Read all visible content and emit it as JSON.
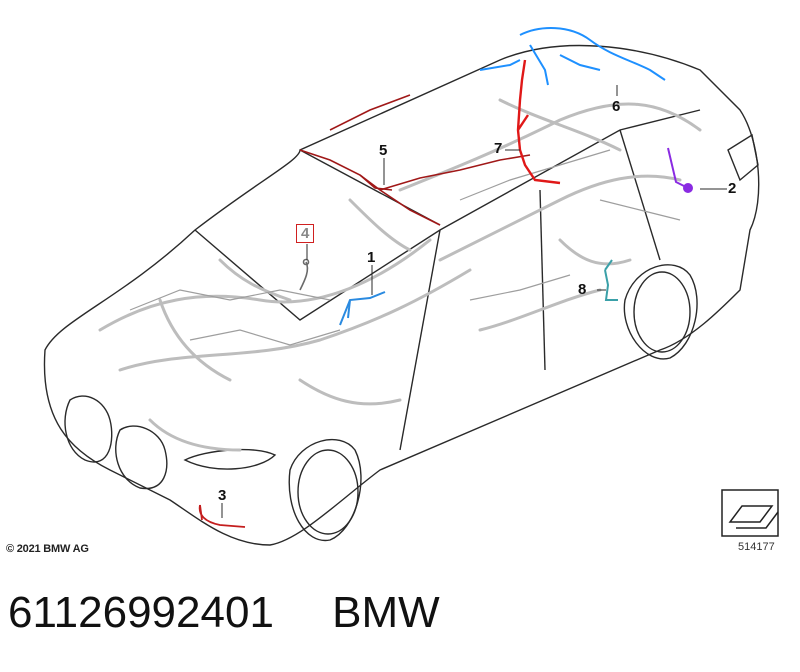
{
  "callouts": {
    "c1": "1",
    "c2": "2",
    "c3": "3",
    "c4": "4",
    "c5": "5",
    "c6": "6",
    "c7": "7",
    "c8": "8"
  },
  "copyright": "© 2021 BMW AG",
  "reference_number": "514177",
  "footer": {
    "part_number": "61126992401",
    "brand": "BMW"
  },
  "colors": {
    "outline": "#2a2a2a",
    "harness_gray": "#bdbdbd",
    "harness_1": "#2a8ae0",
    "harness_2": "#8a2be2",
    "harness_3": "#c41e1e",
    "harness_4": "#6a6a6a",
    "harness_5": "#a01818",
    "harness_6": "#1e90ff",
    "harness_7": "#e01818",
    "harness_8": "#3aa0a8",
    "highlight_box": "#d02020"
  }
}
